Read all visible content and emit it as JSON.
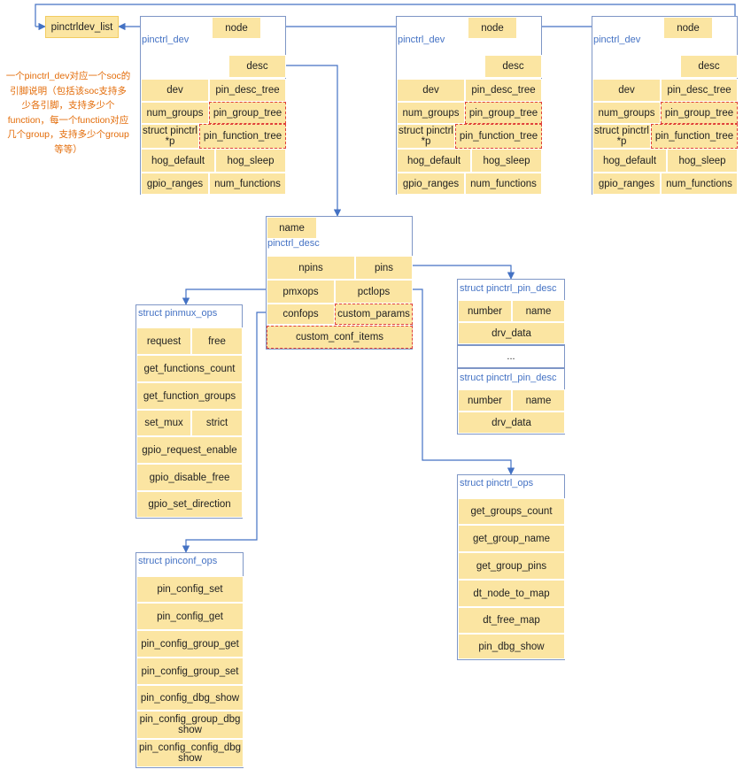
{
  "list_head": "pinctrldev_list",
  "note": "一个pinctrl_dev对应一个soc的引脚说明（包括该soc支持多少各引脚，支持多少个function，每一个function对应几个group，支持多少个group等等）",
  "pinctrl_dev": {
    "title": "pinctrl_dev",
    "node": "node",
    "desc": "desc",
    "dev": "dev",
    "pin_desc_tree": "pin_desc_tree",
    "num_groups": "num_groups",
    "pin_group_tree": "pin_group_tree",
    "struct_pinctrl_p": "struct pinctrl *p",
    "pin_function_tree": "pin_function_tree",
    "hog_default": "hog_default",
    "hog_sleep": "hog_sleep",
    "gpio_ranges": "gpio_ranges",
    "num_functions": "num_functions"
  },
  "pinctrl_desc": {
    "title": "pinctrl_desc",
    "name": "name",
    "npins": "npins",
    "pins": "pins",
    "pmxops": "pmxops",
    "pctlops": "pctlops",
    "confops": "confops",
    "custom_params": "custom_params",
    "custom_conf_items": "custom_conf_items"
  },
  "pinmux_ops": {
    "title": "struct pinmux_ops",
    "request": "request",
    "free": "free",
    "get_functions_count": "get_functions_count",
    "get_function_groups": "get_function_groups",
    "set_mux": "set_mux",
    "strict": "strict",
    "gpio_request_enable": "gpio_request_enable",
    "gpio_disable_free": "gpio_disable_free",
    "gpio_set_direction": "gpio_set_direction"
  },
  "pinconf_ops": {
    "title": "struct pinconf_ops",
    "pin_config_set": "pin_config_set",
    "pin_config_get": "pin_config_get",
    "pin_config_group_get": "pin_config_group_get",
    "pin_config_group_set": "pin_config_group_set",
    "pin_config_dbg_show": "pin_config_dbg_show",
    "pin_config_group_dbg_show": "pin_config_group_dbg show",
    "pin_config_config_dbg_show": "pin_config_config_dbg show"
  },
  "pin_desc": {
    "title": "struct pinctrl_pin_desc",
    "number": "number",
    "name": "name",
    "drv_data": "drv_data",
    "ellipsis": "..."
  },
  "pinctrl_ops": {
    "title": "struct pinctrl_ops",
    "get_groups_count": "get_groups_count",
    "get_group_name": "get_group_name",
    "get_group_pins": "get_group_pins",
    "dt_node_to_map": "dt_node_to_map",
    "dt_free_map": "dt_free_map",
    "pin_dbg_show": "pin_dbg_show"
  }
}
